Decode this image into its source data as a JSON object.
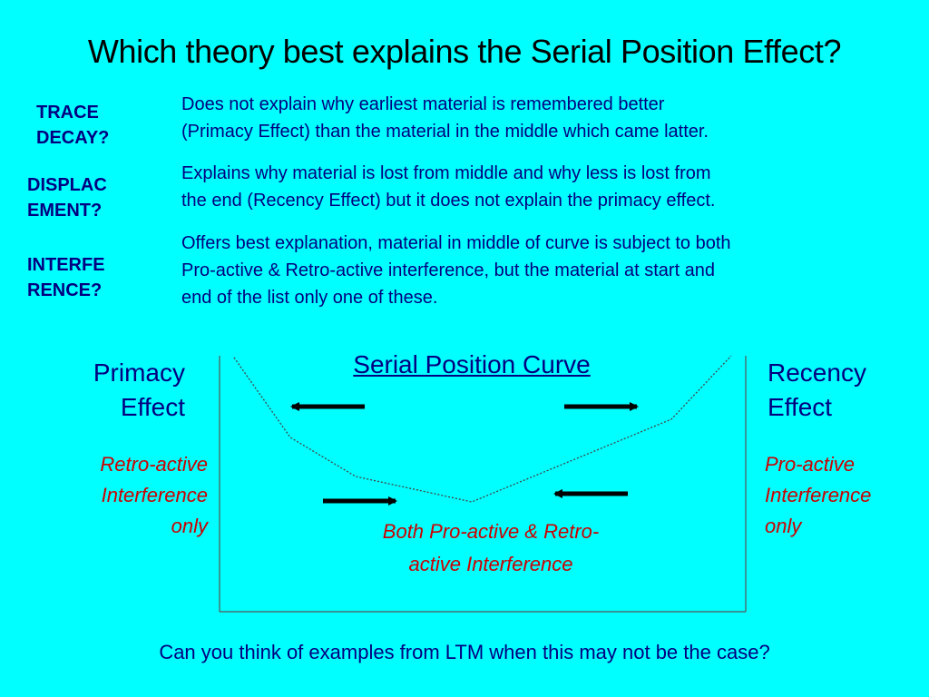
{
  "title": "Which theory best explains the Serial Position Effect?",
  "theories": [
    {
      "label_lines": [
        "TRACE",
        "DECAY?"
      ],
      "explanation_lines": [
        "Does not explain why earliest material is remembered better",
        "(Primacy Effect) than the material in the middle which came latter."
      ]
    },
    {
      "label_lines": [
        "DISPLAC",
        "EMENT?"
      ],
      "explanation_lines": [
        "Explains why material is lost from middle and why less is lost from",
        "the end (Recency Effect) but it does not explain the primacy effect."
      ]
    },
    {
      "label_lines": [
        "INTERFE",
        "RENCE?"
      ],
      "explanation_lines": [
        "Offers best explanation, material in middle of curve is subject to both",
        "Pro-active & Retro-active interference, but the material at start and",
        "end of the list only one of these."
      ]
    }
  ],
  "diagram": {
    "curve_title": "Serial Position Curve",
    "primacy_lines": [
      "Primacy",
      "Effect"
    ],
    "recency_lines": [
      "Recency",
      "Effect"
    ],
    "retro_lines": [
      "Retro-active",
      "Interference",
      "only"
    ],
    "pro_lines": [
      "Pro-active",
      "Interference",
      "only"
    ],
    "both_lines": [
      "Both Pro-active & Retro-",
      "active Interference"
    ]
  },
  "bottom_question": "Can you think of examples from LTM when this may not be the case?",
  "colors": {
    "background": "#00FFFF",
    "text": "#000080",
    "accent": "#CC0000"
  }
}
